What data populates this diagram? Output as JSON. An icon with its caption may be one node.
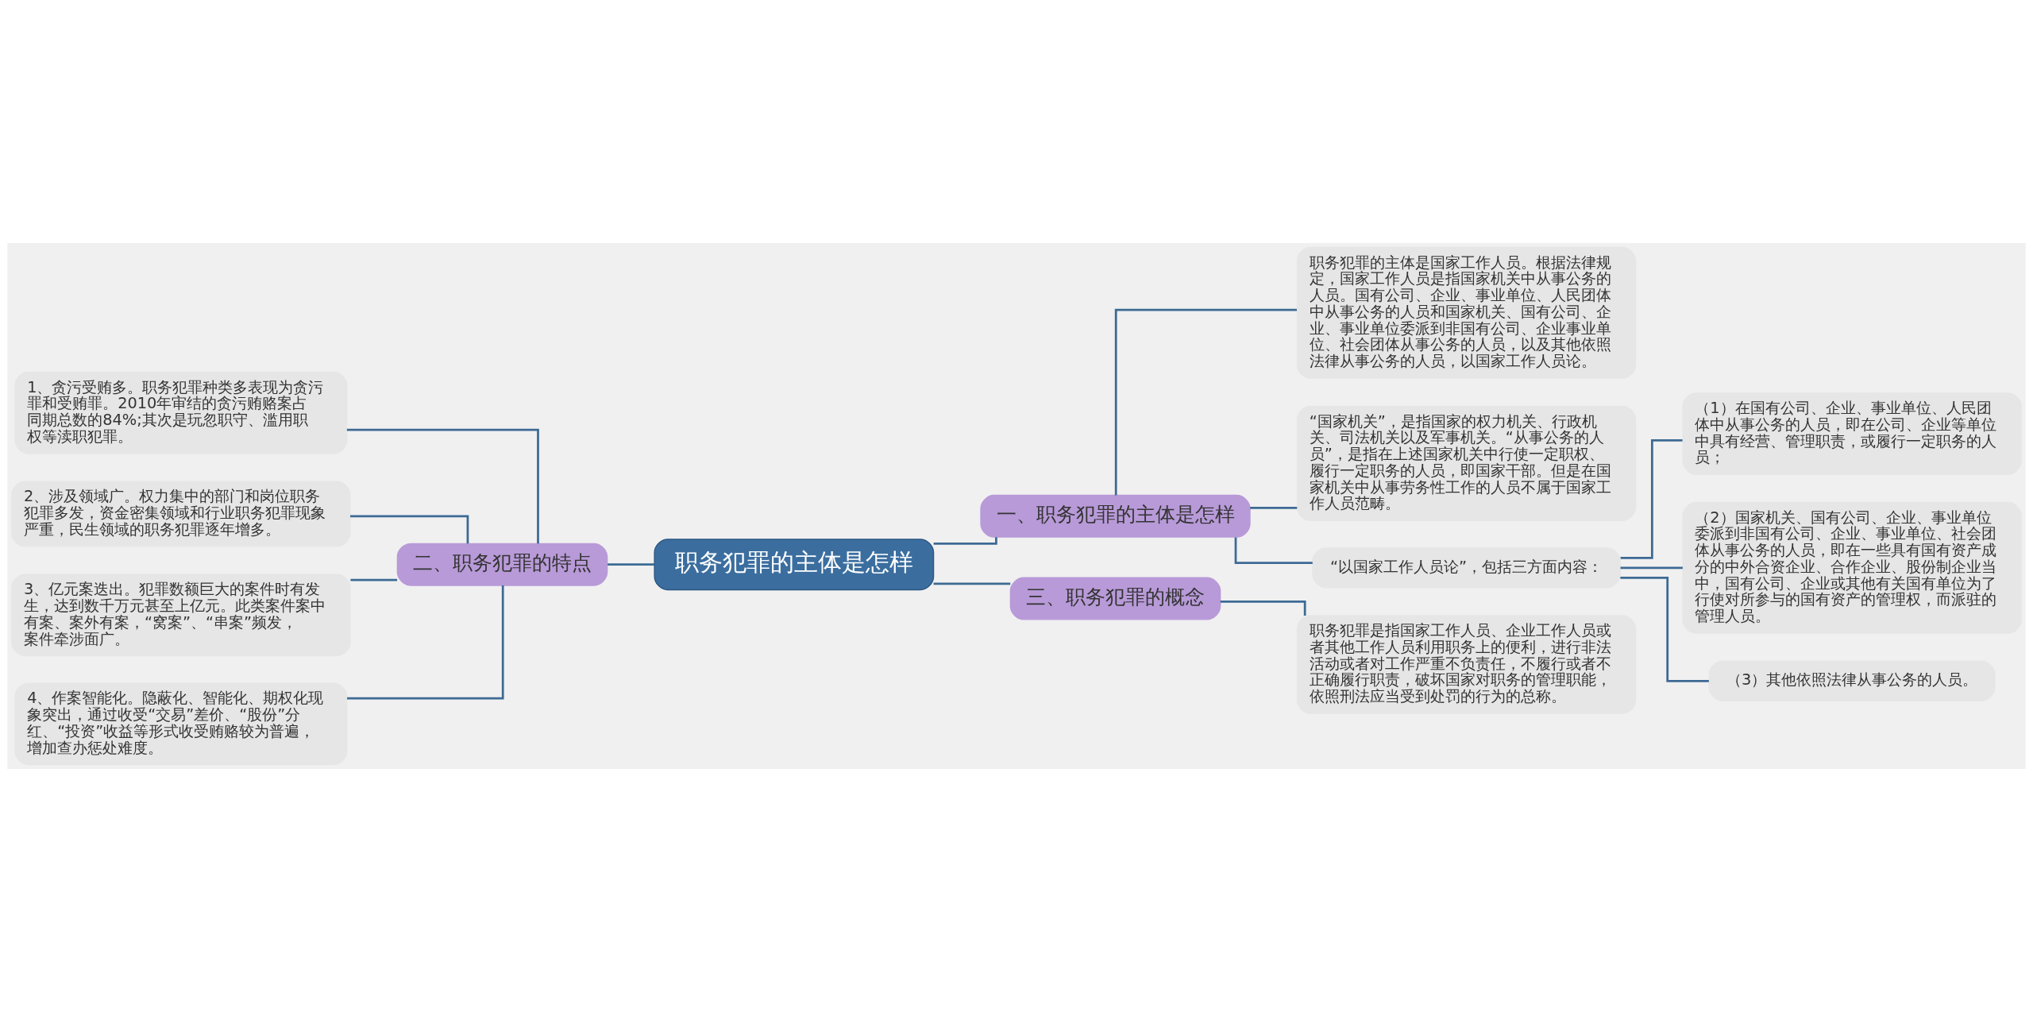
{
  "diagram": {
    "nodes": [
      {
        "text": [
          "职务犯罪的主体是怎样"
        ]
      },
      {
        "text": [
          "一、职务犯罪的主体是怎样"
        ]
      },
      {
        "text": [
          "职务犯罪的主体是国家工作人员。根据法律规定，国家工作人员是指国家机关中从事公务的人员。国有公司、企业、事业单位、人民团体中从事公务的人员和国家机关、国有公司、企业、事业单位委派到非国有公司、企业事业单位、社会团体从事公务的人员，以及其他依照法律从事公务的人员，以国家工作人员论。"
        ]
      },
      {
        "text": [
          "“国家机关”，是指国家的权力机关、行政机关、司法机关以及军事机关。“从事公务的人员”，是指在上述国家机关中行使一定职权、履行一定职务的人员，即国家干部。但是在国家机关中从事劳务性工作的人员不属于国家工作人员范畴。"
        ]
      },
      {
        "text": [
          "“以国家工作人员论”，包括三方面内容："
        ]
      },
      {
        "text": [
          "（1）在国有公司、企业、事业单位、人民团体中从事公务的人员，即在公司、企业等单位中具有经营、管理职责，或履行一定职务的人员；"
        ]
      },
      {
        "text": [
          "（2）国家机关、国有公司、企业、事业单位委派到非国有公司、企业、事业单位、社会团体从事公务的人员，即在一些具有国有资产成分的中外合资企业、合作企业、股份制企业当中，国有公司、企业或其他有关国有单位为了行使对所参与的国有资产的管理权，而派驻的管理人员。"
        ]
      },
      {
        "text": [
          "（3）其他依照法律从事公务的人员。"
        ]
      },
      {
        "text": [
          "二、职务犯罪的特点"
        ]
      },
      {
        "text": [
          "1、贪污受贿多。职务犯罪种类多表现为贪污罪和受贿罪。2010年审结的贪污贿赂案占同期总数的84%;其次是玩忽职守、滥用职权等渎职犯罪。"
        ]
      },
      {
        "text": [
          "2、涉及领域广。权力集中的部门和岗位职务犯罪多发，资金密集领域和行业职务犯罪现象严重，民生领域的职务犯罪逐年增多。"
        ]
      },
      {
        "text": [
          "3、亿元案迭出。犯罪数额巨大的案件时有发生，达到数千万元甚至上亿元。此类案件案中有案、案外有案，“窝案”、“串案”频发，案件牵涉面广。"
        ]
      },
      {
        "text": [
          "4、作案智能化。隐蔽化、智能化、期权化现象突出，通过收受“交易”差价、“股份”分红、“投资”收益等形式收受贿赂较为普遍，增加查办惩处难度。"
        ]
      },
      {
        "text": [
          "三、职务犯罪的概念"
        ]
      },
      {
        "text": [
          "职务犯罪是指国家工作人员、企业工作人员或者其他工作人员利用职务上的便利，进行非法活动或者对工作严重不负责任，不履行或者不正确履行职责，破坏国家对职务的管理职能，依照刑法应当受到处罚的行为的总称。"
        ]
      }
    ],
    "edges": [
      {
        "from": 0,
        "to": 1,
        "arrow": "none"
      },
      {
        "from": 1,
        "to": 2,
        "arrow": "none"
      },
      {
        "from": 1,
        "to": 3,
        "arrow": "none"
      },
      {
        "from": 1,
        "to": 4,
        "arrow": "none"
      },
      {
        "from": 4,
        "to": 5,
        "arrow": "none"
      },
      {
        "from": 4,
        "to": 6,
        "arrow": "none"
      },
      {
        "from": 4,
        "to": 7,
        "arrow": "none"
      },
      {
        "from": 0,
        "to": 8,
        "arrow": "none"
      },
      {
        "from": 8,
        "to": 9,
        "arrow": "none"
      },
      {
        "from": 8,
        "to": 10,
        "arrow": "none"
      },
      {
        "from": 8,
        "to": 11,
        "arrow": "none"
      },
      {
        "from": 8,
        "to": 12,
        "arrow": "none"
      },
      {
        "from": 0,
        "to": 13,
        "arrow": "none"
      },
      {
        "from": 13,
        "to": 14,
        "arrow": "none"
      }
    ]
  }
}
